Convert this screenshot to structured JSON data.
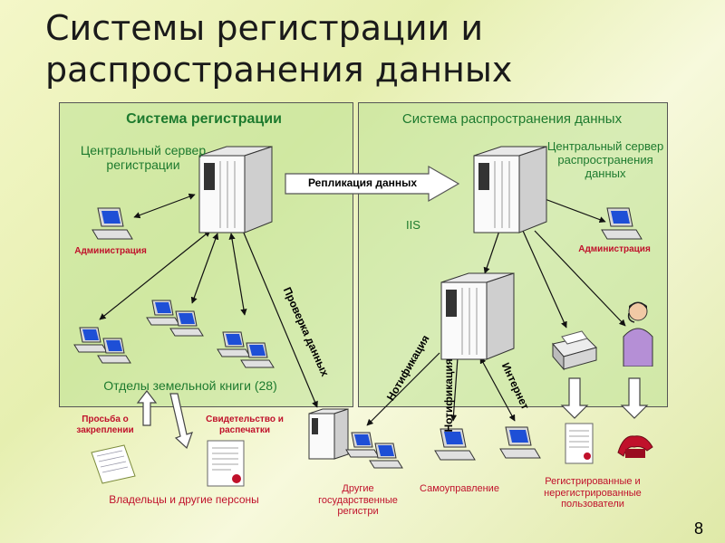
{
  "title": "Системы регистрации и распространения данных",
  "left_panel": {
    "heading": "Система регистрации",
    "server_label": "Центральный сервер регистрации",
    "admin_label": "Администрация",
    "departments_label": "Отделы земельной книги (28)"
  },
  "right_panel": {
    "heading": "Система распространения данных",
    "server_label": "Центральный сервер распространения данных",
    "admin_label": "Администрация",
    "iis_label": "IIS"
  },
  "replication_label": "Репликация данных",
  "data_check_label": "Проверка данных",
  "notification_label_1": "Нотификация",
  "notification_label_2": "Нотификация",
  "internet_label": "Интернет",
  "request_label": "Просьба о закреплении",
  "certificate_label": "Свидетельство и распечатки",
  "owners_label": "Владельцы и другие персоны",
  "other_registers_label": "Другие государственные регистри",
  "self_gov_label": "Самоуправление",
  "users_label": "Регистрированные и нерегистрированные пользователи",
  "page_number": "8"
}
